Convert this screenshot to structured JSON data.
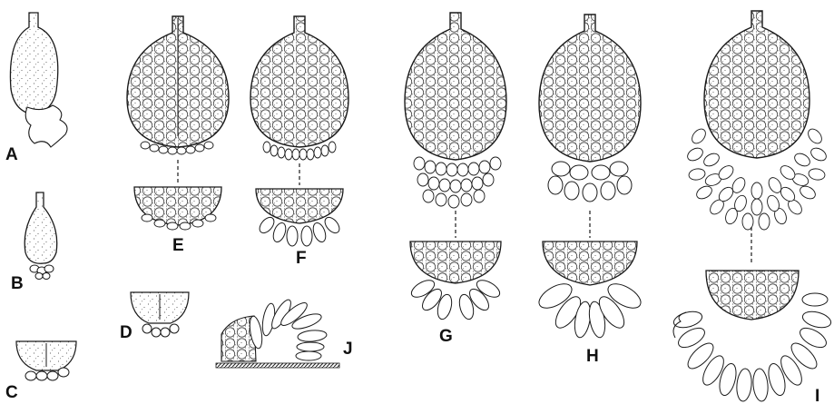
{
  "figure": {
    "labels": {
      "A": "A",
      "B": "B",
      "C": "C",
      "D": "D",
      "E": "E",
      "F": "F",
      "G": "G",
      "H": "H",
      "I": "I",
      "J": "J"
    },
    "ink_color": "#1a1a1a",
    "paper_color": "#ffffff"
  }
}
